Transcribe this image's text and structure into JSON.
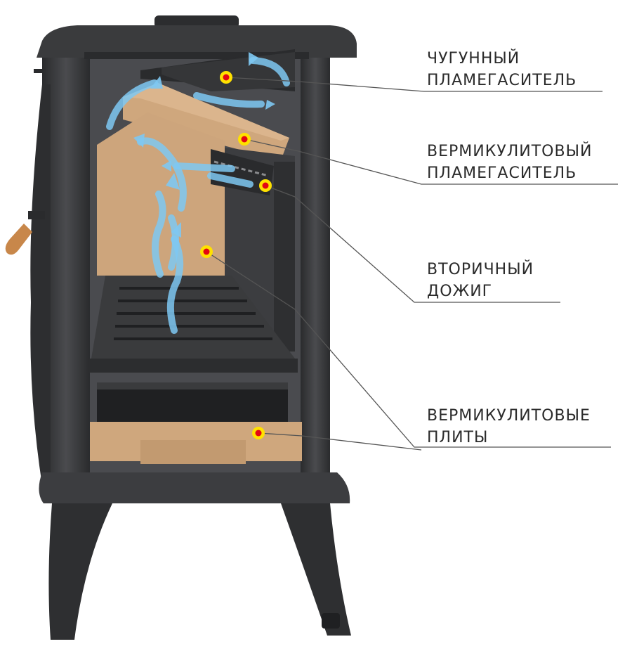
{
  "labels": {
    "cast_iron_flame_arrester": {
      "line1": "ЧУГУННЫЙ",
      "line2": "ПЛАМЕГАСИТЕЛЬ"
    },
    "vermiculite_flame_arrester": {
      "line1": "ВЕРМИКУЛИТОВЫЙ",
      "line2": "ПЛАМЕГАСИТЕЛЬ"
    },
    "secondary_combustion": {
      "line1": "ВТОРИЧНЫЙ",
      "line2": "ДОЖИГ"
    },
    "vermiculite_plates": {
      "line1": "ВЕРМИКУЛИТОВЫЕ",
      "line2": "ПЛИТЫ"
    }
  },
  "colors": {
    "iron": "#3a3b3d",
    "iron_dark": "#1f2022",
    "vermiculite": "#cfa77d",
    "airflow": "#7ec8f2",
    "marker_outer": "#ffe100",
    "marker_inner": "#e30613",
    "leader_line": "#555555"
  }
}
